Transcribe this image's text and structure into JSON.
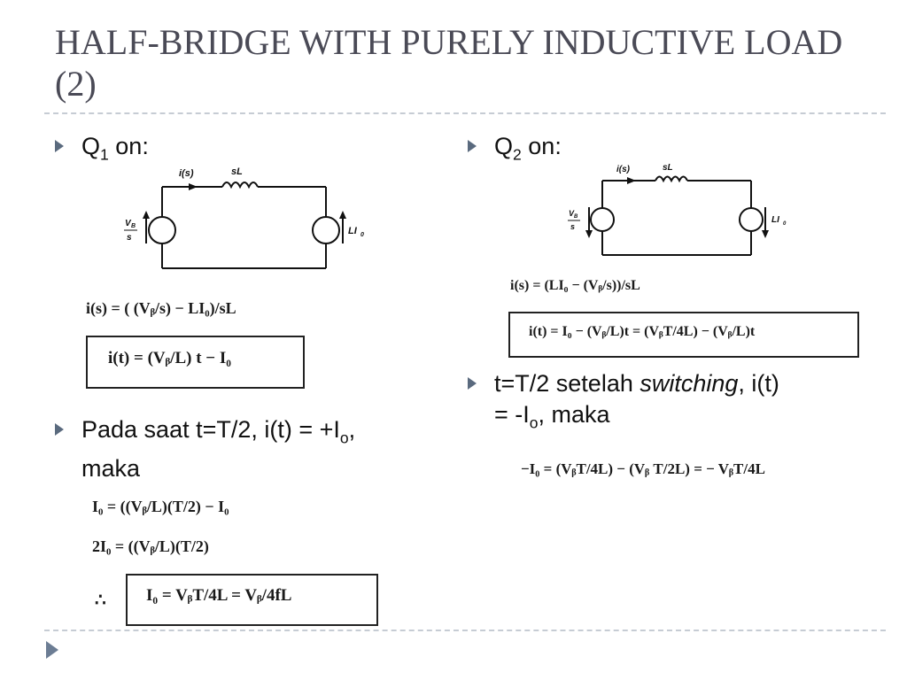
{
  "slide": {
    "title": "HALF-BRIDGE WITH PURELY INDUCTIVE LOAD (2)"
  },
  "left": {
    "bullet1": {
      "q": "Q",
      "sub": "1",
      "rest": " on:"
    },
    "circuit": {
      "current_label": "i(s)",
      "inductor_label": "sL",
      "source_left_num": "V",
      "source_left_sub": "B",
      "source_left_den": "s",
      "source_right_label": "LI",
      "source_right_sub": "0"
    },
    "eq_is": "i(s) = ( (Vᵦ/s) − LI₀)/sL",
    "eq_it_boxed": "i(t) = (Vᵦ/L)  t  −  I₀",
    "bullet2_text": "Pada saat t=T/2, i(t) = +I",
    "bullet2_sub": "o",
    "bullet2_tail": ",",
    "bullet2_line2": "maka",
    "eq1": "I₀ = ((Vᵦ/L)(T/2)  −  I₀",
    "eq2": "2I₀ = ((Vᵦ/L)(T/2)",
    "therefore": "∴",
    "eq3_boxed": "I₀ = VᵦT/4L = Vᵦ/4fL"
  },
  "right": {
    "bullet1": {
      "q": "Q",
      "sub": "2",
      "rest": " on:"
    },
    "circuit": {
      "current_label": "i(s)",
      "inductor_label": "sL",
      "source_left_num": "V",
      "source_left_sub": "B",
      "source_left_den": "s",
      "source_right_label": "LI",
      "source_right_sub": "0"
    },
    "eq_is": "i(s) = (LI₀ − (Vᵦ/s))/sL",
    "eq_it_boxed": "i(t) = I₀ − (Vᵦ/L)t = (VᵦT/4L) − (Vᵦ/L)t",
    "bullet2_pre": "t=T/2 setelah ",
    "bullet2_italic": "switching",
    "bullet2_post": ", i(t)",
    "bullet2_line2_pre": "= -I",
    "bullet2_line2_sub": "o",
    "bullet2_line2_post": ", maka",
    "eq_final": "−I₀ = (VᵦT/4L) − (Vᵦ T/2L) = − VᵦT/4L"
  }
}
